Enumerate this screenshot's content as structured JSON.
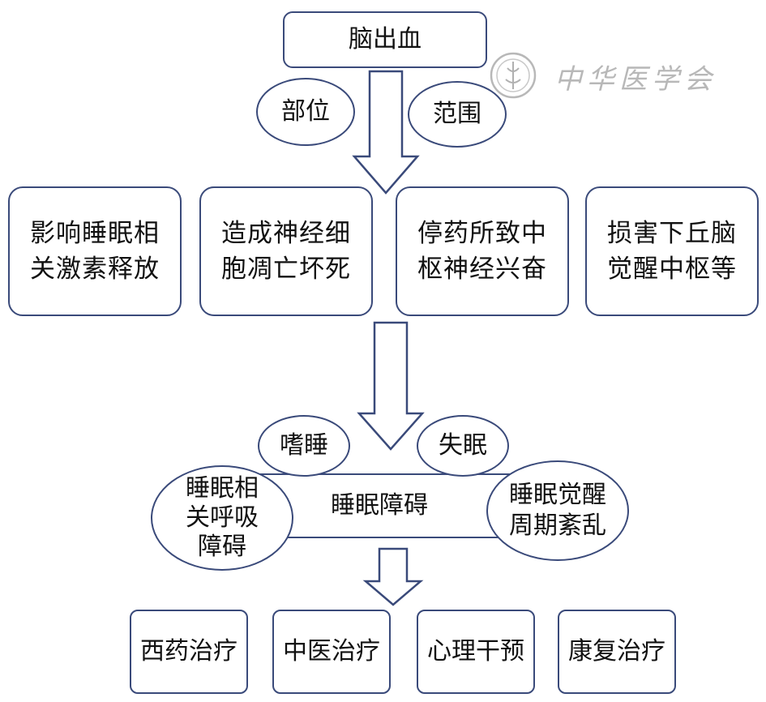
{
  "top": {
    "label": "脑出血"
  },
  "branch1": [
    {
      "label": "部位"
    },
    {
      "label": "范围"
    }
  ],
  "mechanisms": [
    {
      "line1": "影响睡眠相",
      "line2": "关激素释放"
    },
    {
      "line1": "造成神经细",
      "line2": "胞凋亡坏死"
    },
    {
      "line1": "停药所致中",
      "line2": "枢神经兴奋"
    },
    {
      "line1": "损害下丘脑",
      "line2": "觉醒中枢等"
    }
  ],
  "branch2": [
    {
      "label": "嗜睡"
    },
    {
      "label": "失眠"
    }
  ],
  "disorder": {
    "center": "睡眠障碍",
    "left": {
      "line1": "睡眠相",
      "line2": "关呼吸",
      "line3": "障碍"
    },
    "right": {
      "line1": "睡眠觉醒",
      "line2": "周期紊乱"
    }
  },
  "treatments": [
    {
      "label": "西药治疗"
    },
    {
      "label": "中医治疗"
    },
    {
      "label": "心理干预"
    },
    {
      "label": "康复治疗"
    }
  ],
  "watermark": {
    "text": "中华医学会"
  },
  "colors": {
    "border": "#3a4a7a",
    "arrow": "#3a4a7a",
    "watermark": "#b8b8b8"
  }
}
